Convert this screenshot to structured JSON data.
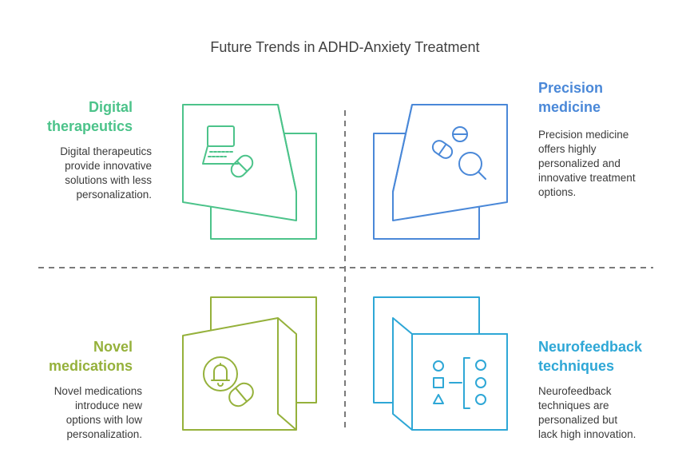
{
  "title": "Future Trends in ADHD-Anxiety Treatment",
  "colors": {
    "green": "#4cc38a",
    "blue": "#4a88d8",
    "olive": "#95b13b",
    "cyan": "#2ea7d6",
    "divider": "#7a7a7a"
  },
  "quadrants": {
    "digital": {
      "heading_line1": "Digital",
      "heading_line2": "therapeutics",
      "desc_lines": [
        "Digital therapeutics",
        "provide innovative",
        "solutions with less",
        "personalization."
      ],
      "icon": "laptop-pill-icon"
    },
    "precision": {
      "heading_line1": "Precision",
      "heading_line2": "medicine",
      "desc_lines": [
        "Precision medicine",
        "offers highly",
        "personalized and",
        "innovative treatment",
        "options."
      ],
      "icon": "pills-magnifier-icon"
    },
    "novel": {
      "heading_line1": "Novel",
      "heading_line2": "medications",
      "desc_lines": [
        "Novel medications",
        "introduce new",
        "options with low",
        "personalization."
      ],
      "icon": "bell-pill-icon"
    },
    "neuro": {
      "heading_line1": "Neurofeedback",
      "heading_line2": "techniques",
      "desc_lines": [
        "Neurofeedback",
        "techniques are",
        "personalized but",
        "lack high innovation."
      ],
      "icon": "shapes-mapping-icon"
    }
  }
}
